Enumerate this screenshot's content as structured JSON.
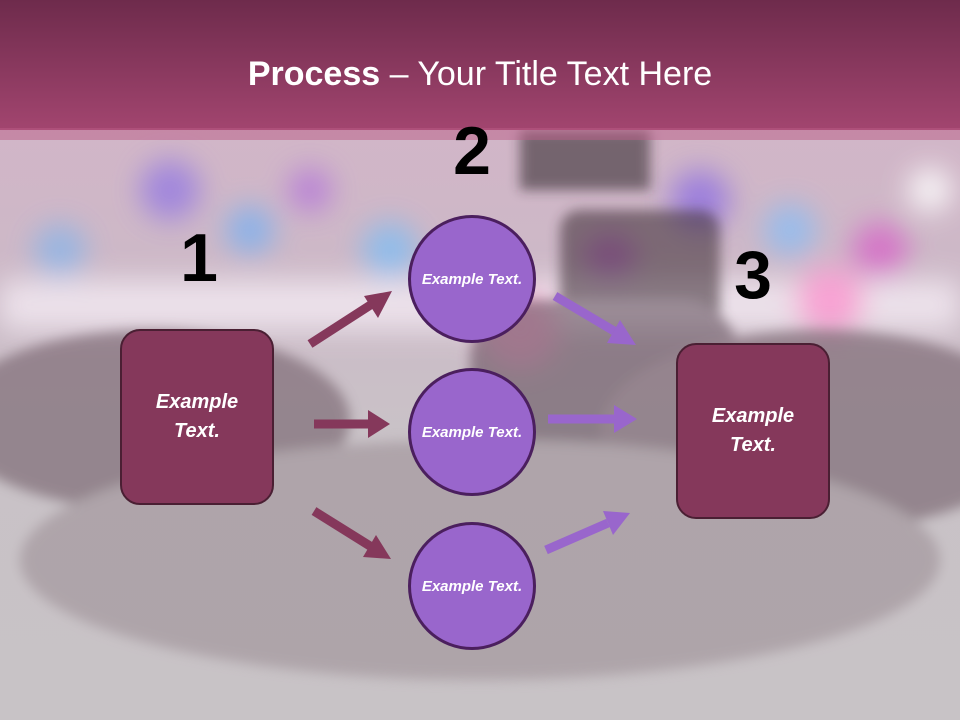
{
  "slide": {
    "title_bold": "Process",
    "title_rest": " – Your Title Text Here"
  },
  "steps": {
    "step1": {
      "number": "1",
      "text": "Example Text."
    },
    "step2": {
      "number": "2",
      "items": [
        {
          "text": "Example Text."
        },
        {
          "text": "Example Text."
        },
        {
          "text": "Example Text."
        }
      ]
    },
    "step3": {
      "number": "3",
      "text": "Example Text."
    }
  },
  "colors": {
    "header_band": "#8c3b62",
    "box_fill": "#85385b",
    "circle_fill": "#9966cc",
    "arrow_left": "#85385b",
    "arrow_right": "#9966cc"
  }
}
